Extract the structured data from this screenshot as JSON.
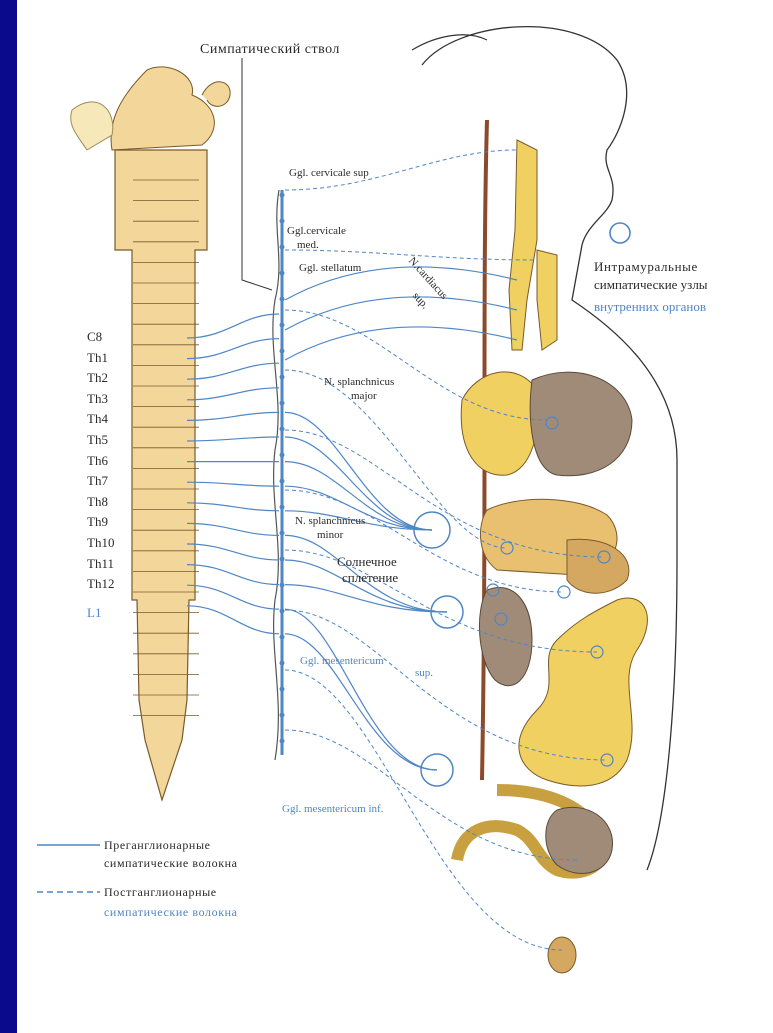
{
  "title": "Симпатический ствол",
  "ganglia": {
    "cervicale_sup": "Ggl. cervicale sup",
    "cervicale_med_1": "Ggl.cervicale",
    "cervicale_med_2": "med.",
    "stellatum": "Ggl. stellatum",
    "mesentericum_sup_1": "Ggl. mesentericum",
    "mesentericum_sup_2": "sup.",
    "mesentericum_inf": "Ggl. mesentericum  inf."
  },
  "nerves": {
    "cardiacus_1": "N.cardiacus",
    "cardiacus_2": "sup.",
    "splanchnicus_major_1": "N. splanchnicus",
    "splanchnicus_major_2": "major",
    "splanchnicus_minor_1": "N. splanchnicus",
    "splanchnicus_minor_2": "minor"
  },
  "plexus": {
    "line1": "Солнечное",
    "line2": "сплетение"
  },
  "intramural": {
    "line1": "Интрамуральные",
    "line2": "симпатические узлы",
    "line3": "внутренних органов"
  },
  "segments": [
    "C8",
    "Th1",
    "Th2",
    "Th3",
    "Th4",
    "Th5",
    "Th6",
    "Th7",
    "Th8",
    "Th9",
    "Th10",
    "Th11",
    "Th12",
    "L1"
  ],
  "legend": {
    "pre_1": "Преганглионарные",
    "pre_2": "симпатические  волокна",
    "post_1": "Постганглионарные",
    "post_2": "симпатические  волокна"
  },
  "colors": {
    "background": "#0a0a8c",
    "fiber_blue": "#4f86c6",
    "bone": "#f3d79a",
    "organ_yellow": "#f0d060",
    "organ_brown": "#a08b78",
    "aorta": "#8b4a2b"
  }
}
